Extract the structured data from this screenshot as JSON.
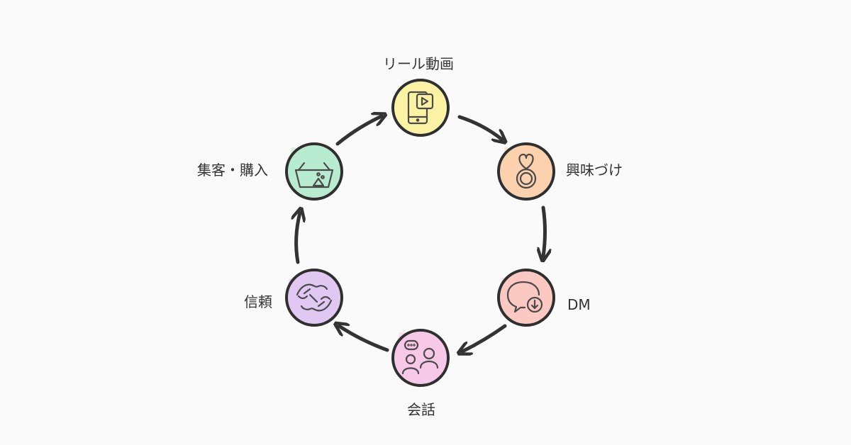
{
  "cycle": {
    "nodes": [
      {
        "id": "reels",
        "label": "リール動画",
        "icon": "phone-video-icon",
        "color": "#fbf3a3"
      },
      {
        "id": "interest",
        "label": "興味づけ",
        "icon": "heart-ring-icon",
        "color": "#fbd2ad"
      },
      {
        "id": "dm",
        "label": "DM",
        "icon": "chat-download-icon",
        "color": "#fbc9c2"
      },
      {
        "id": "talk",
        "label": "会話",
        "icon": "people-chat-icon",
        "color": "#f8c8e8"
      },
      {
        "id": "trust",
        "label": "信頼",
        "icon": "handshake-icon",
        "color": "#e0c8f3"
      },
      {
        "id": "purchase",
        "label": "集客・購入",
        "icon": "basket-icon",
        "color": "#b8ecd0"
      }
    ],
    "flow": "clockwise",
    "outline_color": "#2f2f2f"
  }
}
